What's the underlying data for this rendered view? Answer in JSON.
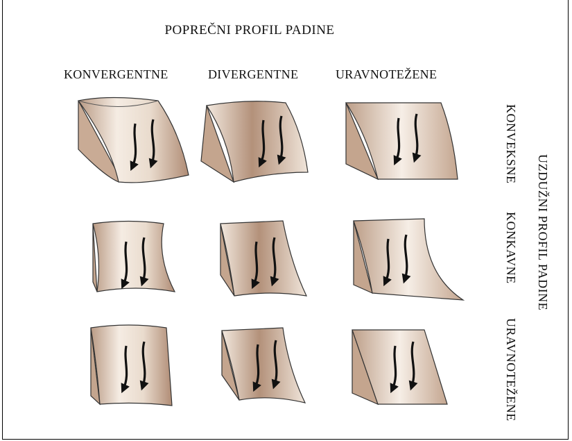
{
  "title": "POPREČNI  PROFIL  PADINE",
  "columns": [
    "KONVERGENTNE",
    "DIVERGENTNE",
    "URAVNOTEŽENE"
  ],
  "rows": [
    "KONVEKSNE",
    "KONKAVNE",
    "URAVNOTEŽENE"
  ],
  "side_title": "UZDUŽNI  PROFIL  PADINE",
  "colors": {
    "block_light": "#f3e9df",
    "block_dark": "#b08c75",
    "side_face": "#c4a58e",
    "outline": "#3a3a3a",
    "arrow": "#111111"
  }
}
